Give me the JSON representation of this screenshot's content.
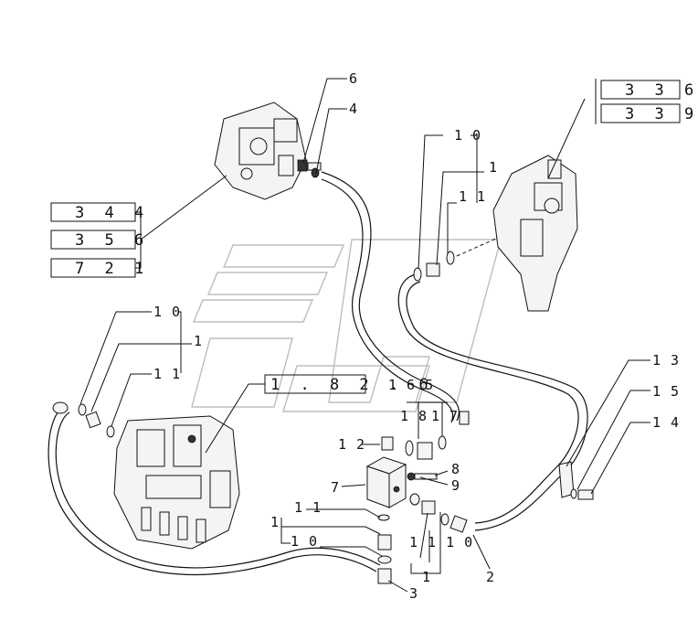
{
  "ref_boxes": {
    "top_right_1": "3 3 6",
    "top_right_2": "3 3 9",
    "left_1": "3 4 4",
    "left_2": "3 5 6",
    "left_3": "7 2 1",
    "center": "1 . 8 2 . 6",
    "center_suffix": "1 6 5"
  },
  "callouts": {
    "c6": "6",
    "c4": "4",
    "c10_top": "1 0",
    "c1_top": "1",
    "c11_top": "1 1",
    "c10_left": "1 0",
    "c1_left": "1",
    "c11_left": "1 1",
    "c13": "1 3",
    "c15": "1 5",
    "c14": "1 4",
    "c12": "1 2",
    "c18": "1 8",
    "c17": "1 7",
    "c7": "7",
    "c8": "8",
    "c9": "9",
    "c11_bottom": "1 1",
    "c1_bottom": "1",
    "c10_bottom": "1 0",
    "c3": "3",
    "c2": "2",
    "c1_center": "1",
    "c1_1_1_0": "1 1 1 0"
  }
}
